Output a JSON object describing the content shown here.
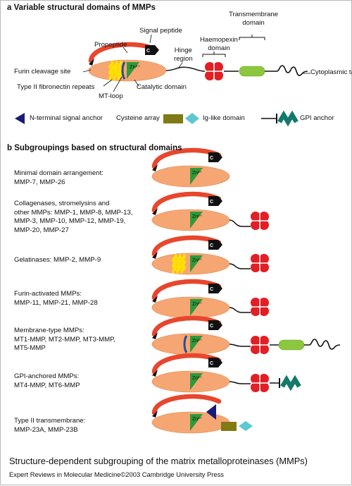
{
  "section_a": {
    "title": "a  Variable structural domains of MMPs",
    "labels": {
      "signal_peptide": "Signal peptide",
      "propeptide": "Propeptide",
      "hinge_region": "Hinge\nregion",
      "haemopexin_domain": "Haemopexin\ndomain",
      "transmembrane_domain": "Transmembrane\ndomain",
      "furin_cleavage_site": "Furin cleavage site",
      "cytoplasmic_tail": "Cytoplasmic tail",
      "fibronectin_repeats": "Type II fibronectin repeats",
      "mt_loop": "MT-loop",
      "catalytic_domain": "Catalytic domain",
      "zn": "Zn²⁺",
      "c": "C"
    }
  },
  "legend": {
    "n_terminal_signal_anchor": "N-terminal signal anchor",
    "cysteine_array": "Cysteine array",
    "ig_like_domain": "Ig-like domain",
    "gpi_anchor": "GPI anchor"
  },
  "section_b": {
    "title": "b  Subgroupings based on structural domains",
    "groups": [
      {
        "label": "Minimal domain arrangement:\nMMP-7, MMP-26"
      },
      {
        "label": "Collagenases, stromelysins and\nother MMPs: MMP-1, MMP-8, MMP-13,\nMMP-3, MMP-10, MMP-12, MMP-19,\nMMP-20, MMP-27"
      },
      {
        "label": "Gelatinases: MMP-2, MMP-9"
      },
      {
        "label": "Furin-activated MMPs:\nMMP-11, MMP-21, MMP-28"
      },
      {
        "label": "Membrane-type MMPs:\nMT1-MMP, MT2-MMP, MT3-MMP,\nMT5-MMP"
      },
      {
        "label": "GPI-anchored MMPs:\nMT4-MMP, MT6-MMP"
      },
      {
        "label": "Type II transmembrane:\nMMP-23A, MMP-23B"
      }
    ]
  },
  "caption": "Structure-dependent subgrouping of the matrix metalloproteinases (MMPs)",
  "credit": "Expert Reviews in Molecular Medicine©2003 Cambridge University Press",
  "colors": {
    "catalytic": "#f5a673",
    "propeptide": "#e8462d",
    "signal_peptide": "#111111",
    "zinc_triangle": "#2e9a3a",
    "haemopexin": "#e31e24",
    "transmembrane": "#8dc63f",
    "fibronectin": "#ffe000",
    "mt_loop": "#2c4a9a",
    "signal_anchor": "#1a1a7a",
    "cysteine_array": "#807a14",
    "ig_like": "#5cc8d0",
    "gpi": "#127a6a"
  }
}
